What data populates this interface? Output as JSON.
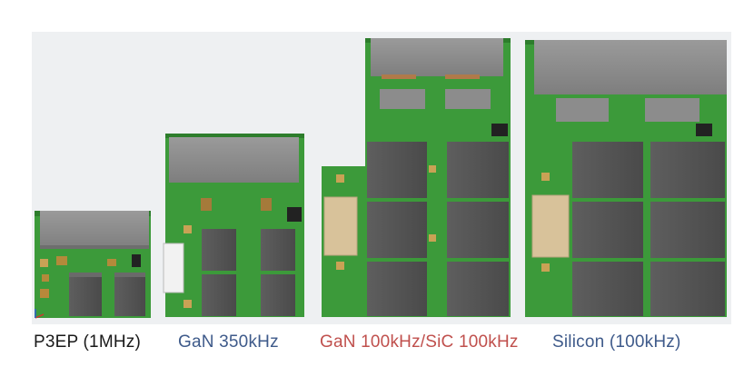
{
  "captions": {
    "p3ep": "P3EP (1MHz)",
    "gan350": "GaN 350kHz",
    "gan100_sic100": "GaN 100kHz/SiC 100kHz",
    "silicon": "Silicon (100kHz)"
  },
  "colors": {
    "pcb_green": "#3c9a3a",
    "pcb_dark": "#2d7d2c",
    "component_gray": "#555555",
    "heatsink_gray": "#8c8c8c",
    "connector_tan": "#d8c29a",
    "caption_blue": "#3e5a8a",
    "caption_red": "#c0504d"
  }
}
